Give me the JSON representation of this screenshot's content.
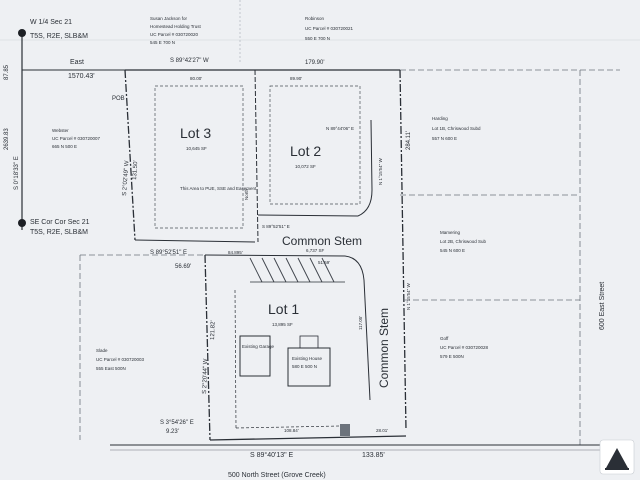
{
  "corners": {
    "nw_line1": "W 1/4 Sec 21",
    "nw_line2": "T5S, R2E, SLB&M",
    "sw_line1": "SE Cor Cor Sec 21",
    "sw_line2": "T5S, R2E, SLB&M"
  },
  "left_dims": {
    "top": "87.85",
    "east_label": "East",
    "east_dist": "1570.43'",
    "side": "2639.83",
    "side_bearing": "S 0°18'33\" E"
  },
  "pob": "POB",
  "owners": {
    "top_left": {
      "name": "Susan Jackson for",
      "name2": "Homestead Holding Trust",
      "parcel": "UC Parcel # 030720020",
      "addr": "545 E 700 N"
    },
    "top_right": {
      "name": "Robinson",
      "parcel": "UC Parcel # 030720021",
      "addr": "550 E 700 N"
    },
    "west": {
      "name": "Webster",
      "parcel": "UC Parcel # 030720007",
      "addr": "665 N 500 E"
    },
    "harding": {
      "name": "Harding",
      "lot": "Lot 1B, Chriswood Subd",
      "addr": "557 N 600 E"
    },
    "mamering": {
      "name": "Mamering",
      "lot": "Lot 2B, Chriswood Sub",
      "addr": "545 N 600 E"
    },
    "goff": {
      "name": "Goff",
      "parcel": "UC Parcel # 030720028",
      "addr": "579 E 500N"
    },
    "slade": {
      "name": "Slade",
      "parcel": "UC Parcel # 030720003",
      "addr": "555 East 500N"
    }
  },
  "top_dims": {
    "bearing": "S 89°42'27\" W",
    "left": "80.00'",
    "right": "179.90'",
    "lot2_top": "89.90'"
  },
  "lots": {
    "lot3": {
      "name": "Lot 3",
      "area": "10,645 SF"
    },
    "lot2": {
      "name": "Lot 2",
      "area": "10,072 SF"
    },
    "lot1": {
      "name": "Lot 1",
      "area": "13,895 SF"
    }
  },
  "stem": {
    "h_label": "Common Stem",
    "v_label": "Common Stem",
    "area": "6,737 SF",
    "dist": "51.59'"
  },
  "mid_dims": {
    "lot3_bearing": "S 2°02'49\" W",
    "lot3_side": "131.50'",
    "lot2_bearing": "N 89°44'06\" E",
    "lot2_right": "284.11'",
    "lot2_inner": "N 1°15'54\" W",
    "lot2_bottom_bearing": "S 89°52'51\" E",
    "lot3_bottom_bearing": "S 89°52'51\" E",
    "lot3_bottom": "56.69'",
    "stem_right": "N 1°15'54\" W",
    "stem_small": "84.895'",
    "north_label": "North",
    "lot3_area_note": "This Area to PUE, SSE and Easement"
  },
  "lot1_dims": {
    "left_bearing": "S 2°20'44\" W",
    "left_dist": "121.82'",
    "garage": "Existing Garage",
    "house": "Existing House",
    "house_addr": "580 E 500 N",
    "low_bearing": "S 3°54'26\" E",
    "low_dist": "9.23'",
    "bottom_inner": "108.84'",
    "right_small": "28.01'",
    "stem_vert": "117.05'"
  },
  "bottom_dims": {
    "bearing": "S 89°40'13\" E",
    "dist": "133.85'"
  },
  "street": {
    "south": "500 North Street (Grove Creek)",
    "east": "600 East Street"
  },
  "colors": {
    "ink": "#2a2f36",
    "paper": "#eef0f3",
    "light": "#8f96a0"
  },
  "logo": "sun-logo"
}
